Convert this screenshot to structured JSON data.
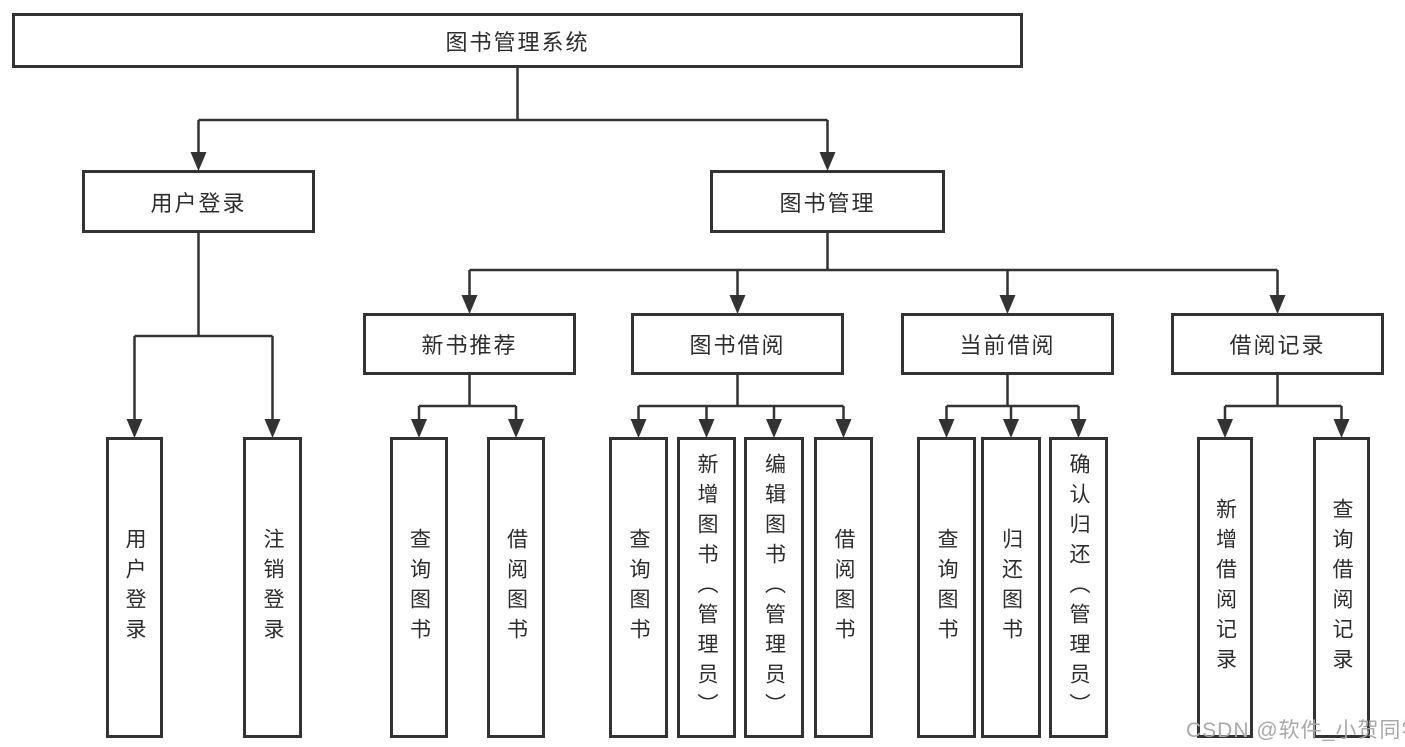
{
  "root": {
    "label": "图书管理系统"
  },
  "user_login": {
    "label": "用户登录",
    "children": [
      {
        "label": "用户登录"
      },
      {
        "label": "注销登录"
      }
    ]
  },
  "book_mgmt": {
    "label": "图书管理",
    "children": [
      {
        "label": "新书推荐",
        "children": [
          {
            "label": "查询图书"
          },
          {
            "label": "借阅图书"
          }
        ]
      },
      {
        "label": "图书借阅",
        "children": [
          {
            "label": "查询图书"
          },
          {
            "label": "新增图书（管理员）"
          },
          {
            "label": "编辑图书（管理员）"
          },
          {
            "label": "借阅图书"
          }
        ]
      },
      {
        "label": "当前借阅",
        "children": [
          {
            "label": "查询图书"
          },
          {
            "label": "归还图书"
          },
          {
            "label": "确认归还（管理员）"
          }
        ]
      },
      {
        "label": "借阅记录",
        "children": [
          {
            "label": "新增借阅记录"
          },
          {
            "label": "查询借阅记录"
          }
        ]
      }
    ]
  },
  "watermark": "CSDN @软件_小贺同学",
  "colors": {
    "line": "#333333",
    "text": "#2d2d2d",
    "watermark": "#a9a9a9",
    "background": "#ffffff"
  }
}
